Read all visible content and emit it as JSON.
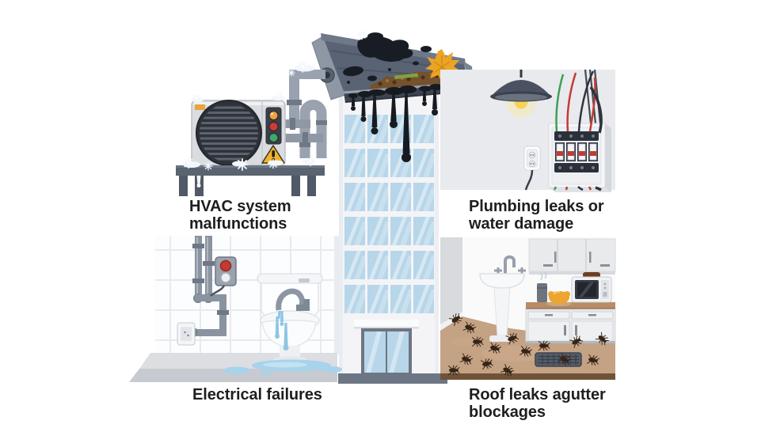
{
  "page": {
    "background": "#ffffff",
    "description": "Property maintenance problems infographic with four illustrated panels around a high-rise building"
  },
  "panels": {
    "hvac": {
      "label": "HVAC system\nmalfunctions"
    },
    "plumbing": {
      "label": "Plumbing leaks or\nwater damage"
    },
    "electrical": {
      "label": "Electrical failures"
    },
    "roof_gutter": {
      "label": "Roof leaks agutter\nblockages"
    }
  },
  "palette": {
    "label_text": "#1e1e1e",
    "panel_bg": "#e9eaed",
    "roof_slate": "#5a6374",
    "tar_black": "#161a21",
    "window_blue": "#b7d6ea",
    "building_white": "#f4f4f6",
    "pipe_gray": "#99a2ae",
    "warning_yellow": "#f2b32c",
    "status_red": "#cf3b33",
    "status_amber": "#f0a23a",
    "status_green": "#3ea86b",
    "water_blue": "#a7d3eb",
    "bathroom_floor": "#dcdee2",
    "kitchen_floor": "#c4a284",
    "bug_brown": "#362416",
    "bulb_yellow": "#f6d355",
    "wire_green": "#3f9e56",
    "wire_red": "#c43a34",
    "leaf_orange": "#eca424",
    "debris_brown": "#74522e"
  }
}
